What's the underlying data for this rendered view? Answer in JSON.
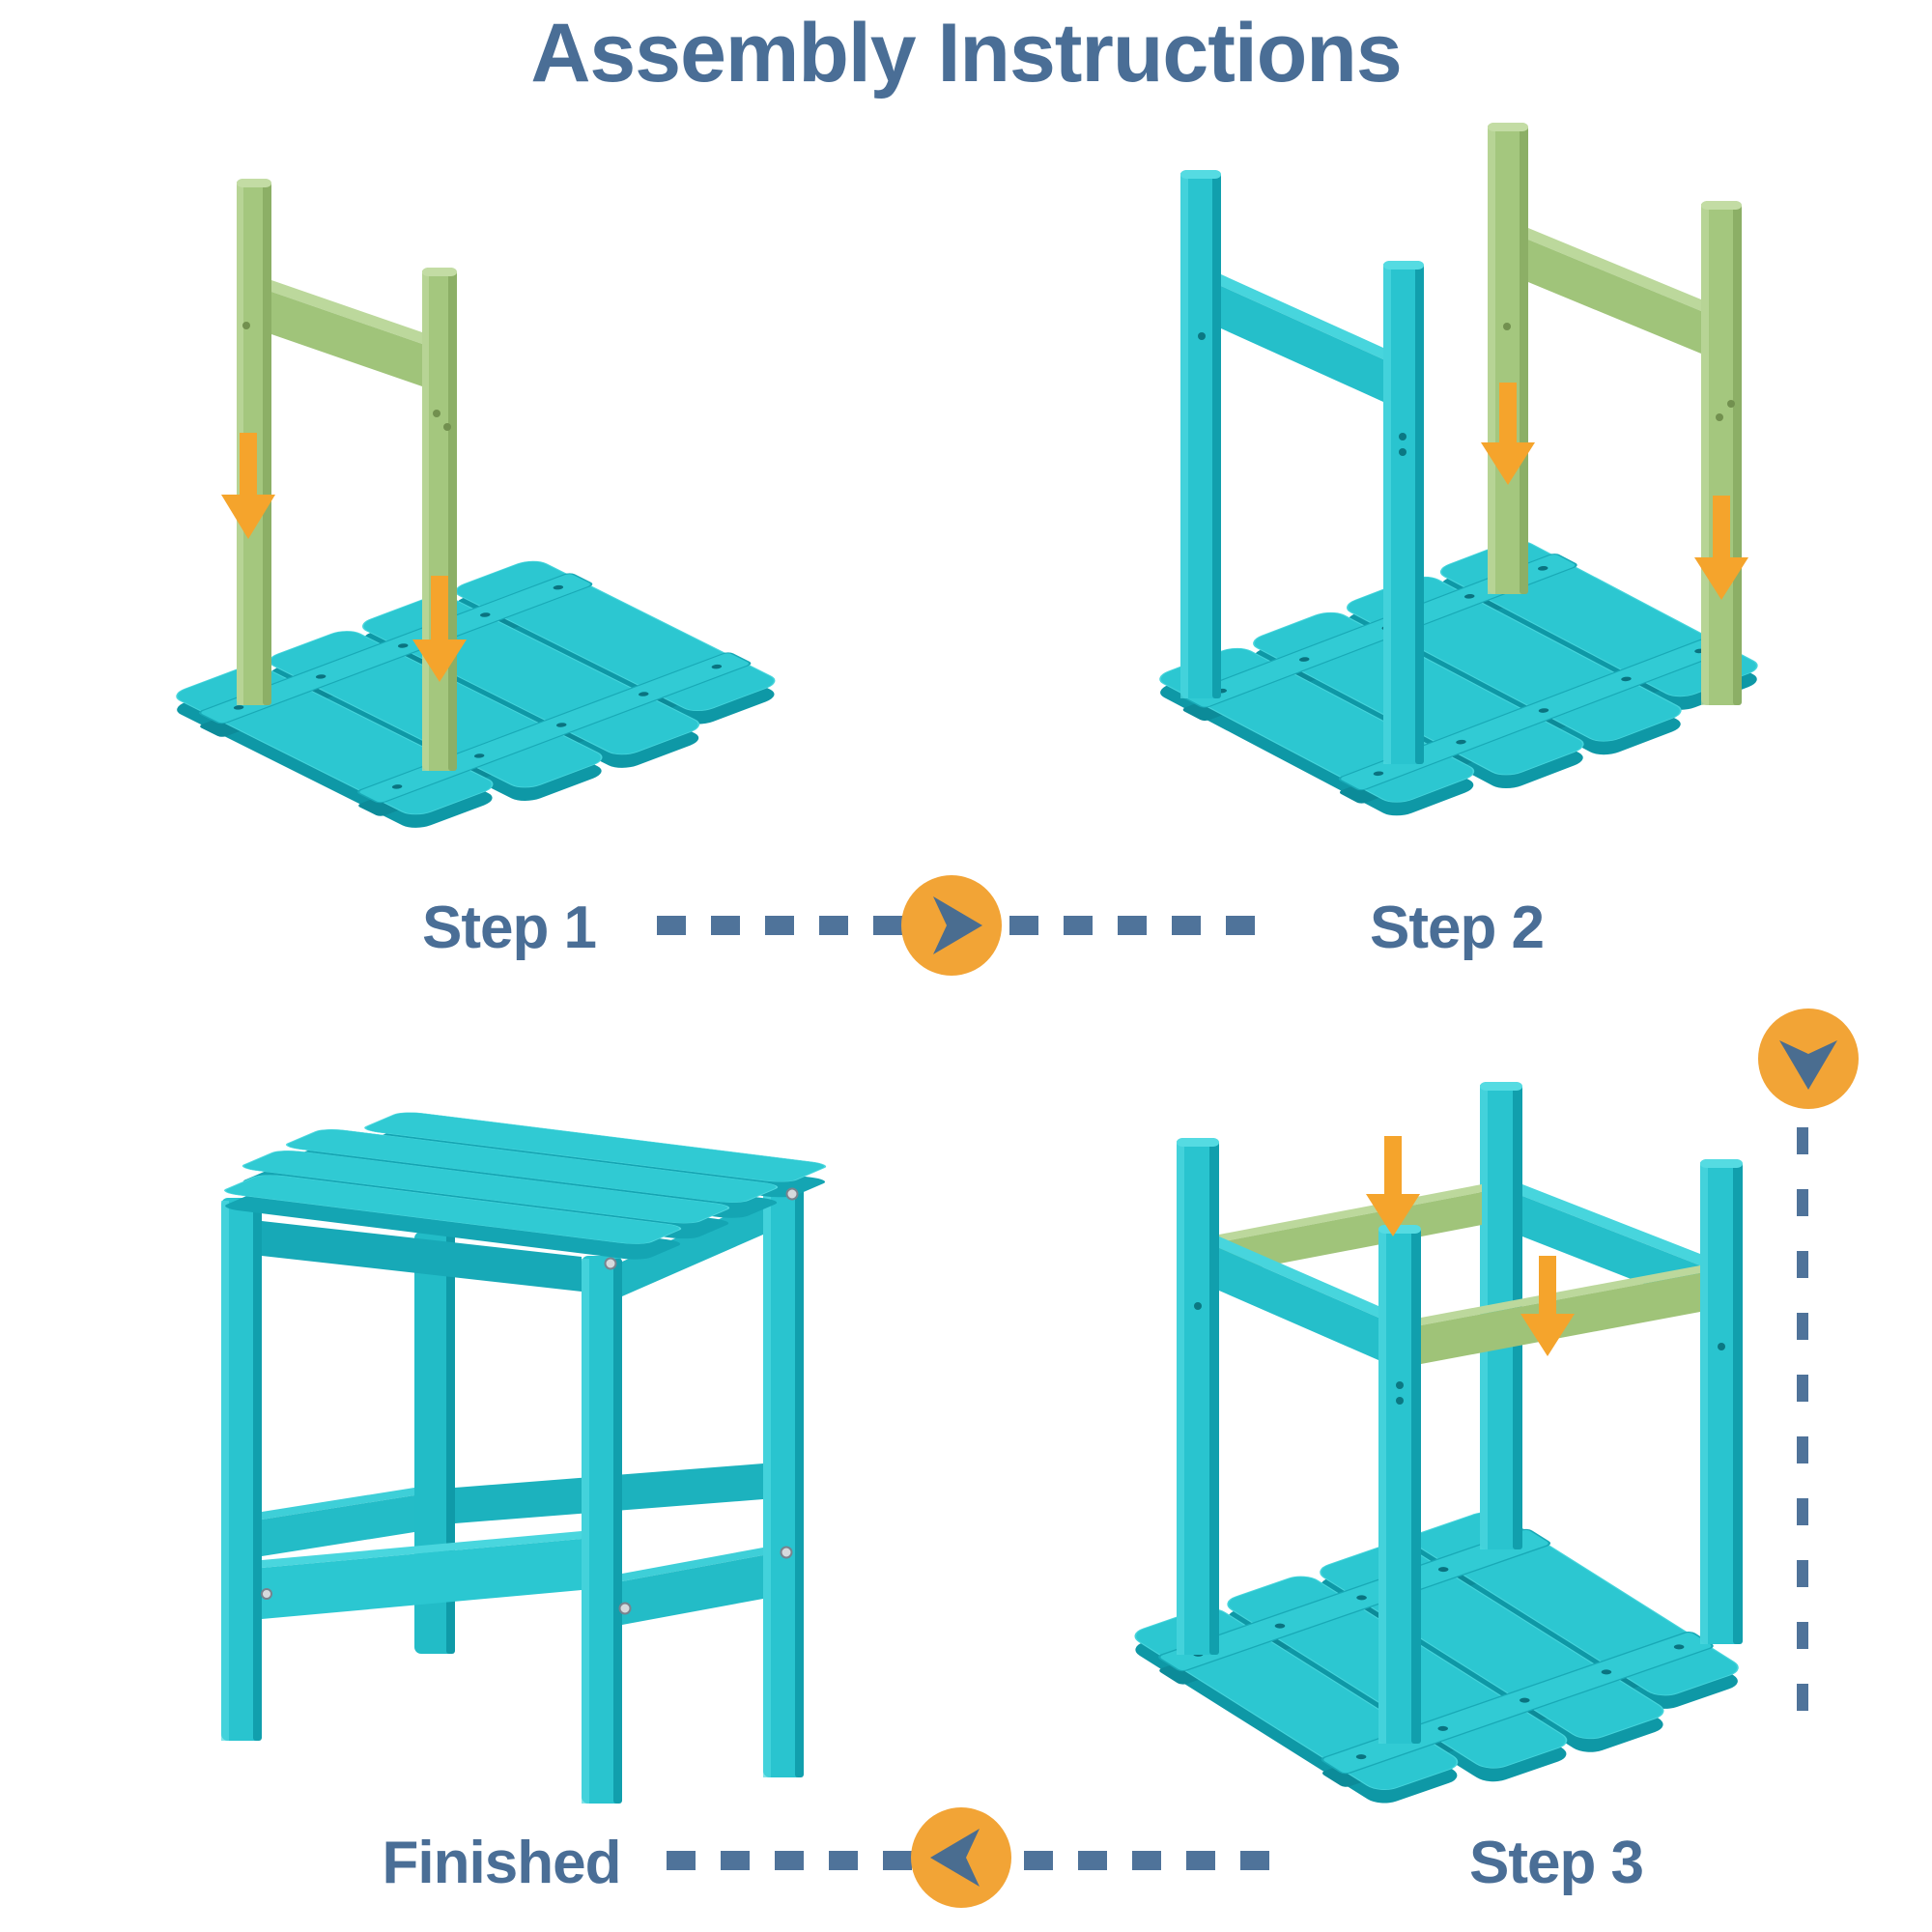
{
  "title": "Assembly Instructions",
  "labels": {
    "step1": "Step 1",
    "step2": "Step 2",
    "step3": "Step 3",
    "finished": "Finished"
  },
  "icons": {
    "forward": "right-arrow-icon",
    "backward": "left-arrow-icon",
    "down": "down-arrow-icon",
    "insert": "orange-down-arrow-icon"
  },
  "colors": {
    "heading_text": "#4A6E96",
    "dash_line": "#4F739A",
    "flow_circle_orange": "#F2A436",
    "flow_pointer_slate": "#4A6D90",
    "table_turquoise": "#2BC7D1",
    "table_turquoise_dark": "#0E98A6",
    "part_green": "#A4C77E",
    "part_green_dark": "#8CAF66",
    "insert_arrow_orange": "#F5A42C",
    "screw_silver": "#D6DADD",
    "background": "#FFFFFF"
  }
}
